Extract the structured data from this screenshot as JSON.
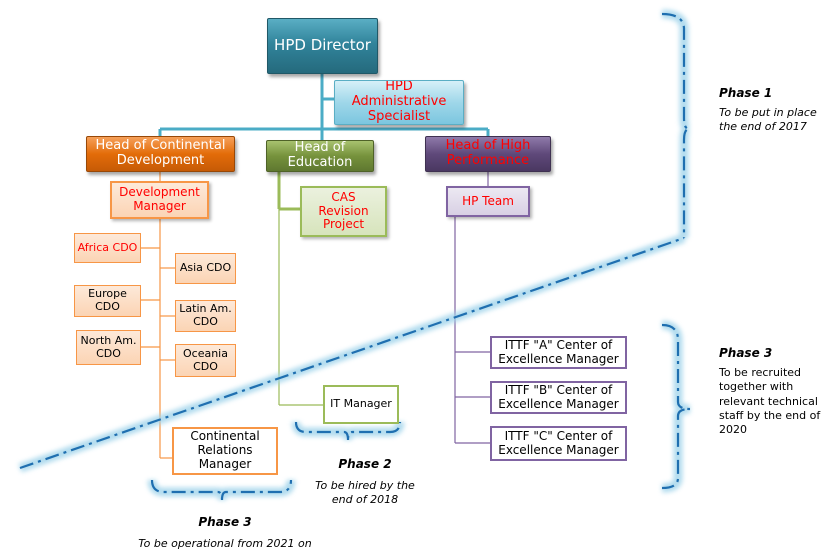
{
  "colors": {
    "director": "#31849b",
    "admin": "#9fd7e9",
    "continental": "#e36c09",
    "education": "#76923c",
    "high_perf": "#5f497a",
    "red_text": "#ff0000",
    "orange_border": "#f79646",
    "green_border": "#9bbb59",
    "purple_border": "#8064a2",
    "glow": "#8fcfe8"
  },
  "nodes": {
    "director": "HPD Director",
    "admin": "HPD Administrative Specialist",
    "continental": "Head of Continental Development",
    "education": "Head of Education",
    "high_perf": "Head of High Performance",
    "dev_manager": "Development Manager",
    "cas_revision": "CAS Revision Project",
    "hp_team": "HP Team",
    "africa_cdo": "Africa CDO",
    "asia_cdo": "Asia CDO",
    "europe_cdo": "Europe CDO",
    "latin_cdo": "Latin Am. CDO",
    "north_cdo": "North Am. CDO",
    "oceania_cdo": "Oceania CDO",
    "continental_relations": "Continental Relations Manager",
    "it_manager": "IT Manager",
    "ittf_a": "ITTF \"A\" Center of Excellence Manager",
    "ittf_b": "ITTF \"B\" Center of Excellence Manager",
    "ittf_c": "ITTF \"C\" Center of Excellence Manager"
  },
  "phases": {
    "phase1": {
      "title": "Phase 1",
      "note": "To be put in place the end of 2017"
    },
    "phase2": {
      "title": "Phase 2",
      "note": "To be hired by the end of 2018"
    },
    "phase3_right": {
      "title": "Phase 3",
      "note": "To be recruited together with relevant technical staff by the end of 2020"
    },
    "phase3_bottom": {
      "title": "Phase 3",
      "note": "To be operational from 2021 on"
    }
  }
}
